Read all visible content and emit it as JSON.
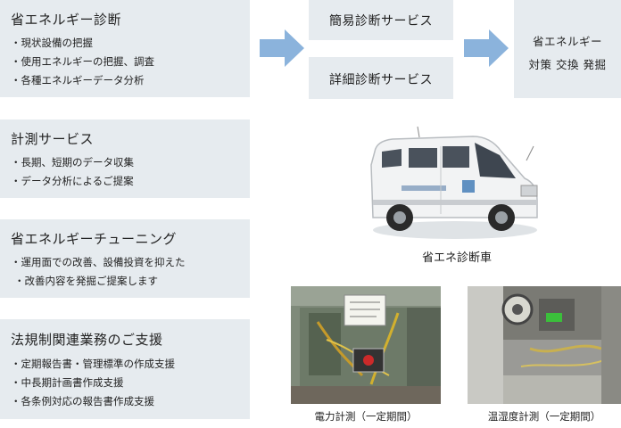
{
  "services": [
    {
      "title": "省エネルギー診断",
      "bullets": [
        "現状設備の把握",
        "使用エネルギーの把握、調査",
        "各種エネルギーデータ分析"
      ]
    },
    {
      "title": "計測サービス",
      "bullets": [
        "長期、短期のデータ収集",
        "データ分析によるご提案"
      ]
    },
    {
      "title": "省エネルギーチューニング",
      "bullets": [
        "運用面での改善、設備投資を抑えた",
        "改善内容を発掘ご提案します"
      ]
    },
    {
      "title": "法規制関連業務のご支援",
      "bullets": [
        "定期報告書・管理標準の作成支援",
        "中長期計画書作成支援",
        "各条例対応の報告書作成支援"
      ]
    }
  ],
  "flow": {
    "simple": "簡易診断サービス",
    "detailed": "詳細診断サービス",
    "result_line1": "省エネルギー",
    "result_line2": "対策 交換 発掘"
  },
  "captions": {
    "van": "省エネ診断車",
    "power": "電力計測（一定期間）",
    "temp": "温湿度計測（一定期間）"
  },
  "colors": {
    "box": "#e6ebef",
    "arrow": "#8bb3dc"
  }
}
